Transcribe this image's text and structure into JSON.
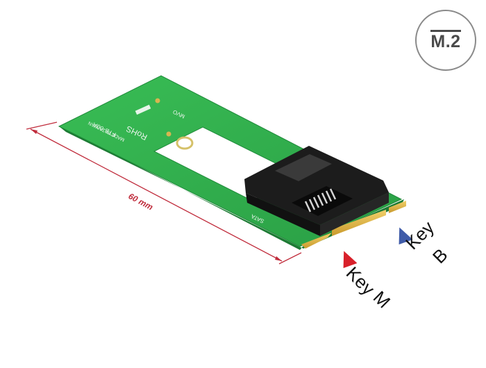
{
  "badge": {
    "text": "M.2"
  },
  "dimension": {
    "label": "60 mm"
  },
  "key_m": {
    "word": "Key",
    "letter": "M",
    "color": "#d8202a"
  },
  "key_b": {
    "word": "Key",
    "letter": "B",
    "color": "#3f5ba8"
  },
  "board": {
    "color": "#2fb04a",
    "silkscreen_lines": [
      "FTB-00A",
      "MADE IN TAIWAN",
      "RoHS",
      "MVO",
      "SATA"
    ]
  },
  "connector": {
    "color": "#1c1c1c"
  },
  "dimension_color": "#c02c3c"
}
